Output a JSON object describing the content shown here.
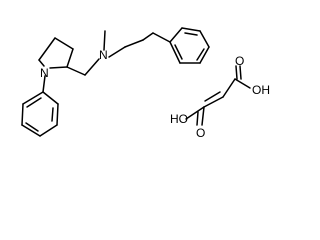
{
  "molecule": {
    "amine_atoms": {
      "ring_n": "N",
      "chain_n": "N"
    },
    "fumaric_atoms": {
      "acid_oh_right": "OH",
      "acid_o_top": "O",
      "acid_oh_left": "HO",
      "acid_o_bottom": "O"
    }
  }
}
